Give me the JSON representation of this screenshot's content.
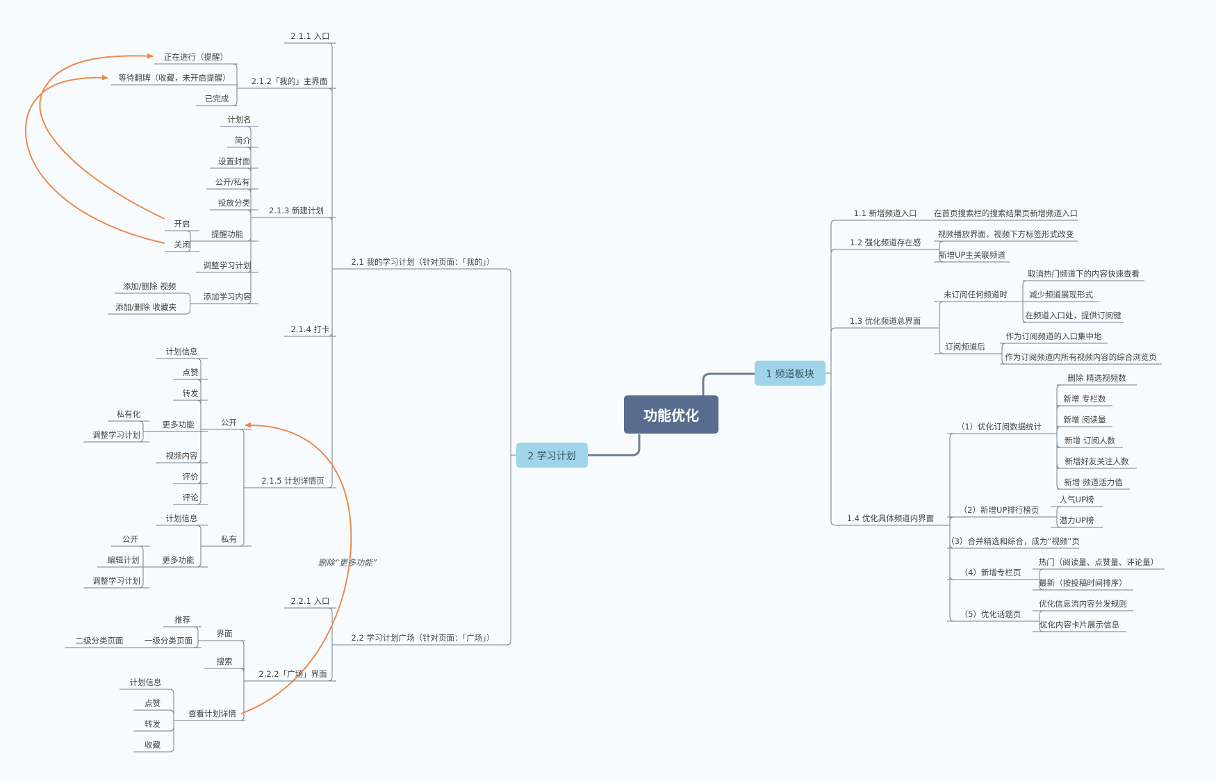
{
  "root": "功能优化",
  "branches": [
    {
      "label": "1 频道板块",
      "children": [
        {
          "label": "1.1 新增频道入口",
          "children": [
            {
              "label": "在首页搜索栏的搜索结果页新增频道入口"
            }
          ]
        },
        {
          "label": "1.2 强化频道存在感",
          "children": [
            {
              "label": "视频播放界面，视频下方标签形式改变"
            },
            {
              "label": "新增UP主关联频道"
            }
          ]
        },
        {
          "label": "1.3 优化频道总界面",
          "children": [
            {
              "label": "未订阅任何频道时",
              "children": [
                {
                  "label": "取消热门频道下的内容快速查看"
                },
                {
                  "label": "减少频道展现形式"
                },
                {
                  "label": "在频道入口处，提供订阅键"
                }
              ]
            },
            {
              "label": "订阅频道后",
              "children": [
                {
                  "label": "作为订阅频道的入口集中地"
                },
                {
                  "label": "作为订阅频道内所有视频内容的综合浏览页"
                }
              ]
            }
          ]
        },
        {
          "label": "1.4 优化具体频道内界面",
          "children": [
            {
              "label": "（1）优化订阅数据统计",
              "children": [
                {
                  "label": "删除 精选视频数"
                },
                {
                  "label": "新增 专栏数"
                },
                {
                  "label": "新增 阅读量"
                },
                {
                  "label": "新增 订阅人数"
                },
                {
                  "label": "新增好友关注人数"
                },
                {
                  "label": "新增 频道活力值"
                }
              ]
            },
            {
              "label": "（2）新增UP排行榜页",
              "children": [
                {
                  "label": "人气UP榜"
                },
                {
                  "label": "潜力UP榜"
                }
              ]
            },
            {
              "label": "（3）合并精选和综合，成为“视频”页"
            },
            {
              "label": "（4）新增专栏页",
              "children": [
                {
                  "label": "热门（阅读量、点赞量、评论量）"
                },
                {
                  "label": "最新（按投稿时间排序）"
                }
              ]
            },
            {
              "label": "（5）优化话题页",
              "children": [
                {
                  "label": "优化信息流内容分发规则"
                },
                {
                  "label": "优化内容卡片展示信息"
                }
              ]
            }
          ]
        }
      ]
    },
    {
      "label": "2 学习计划",
      "children": [
        {
          "label": "2.1 我的学习计划（针对页面：「我的」）",
          "children": [
            {
              "label": "2.1.1 入口"
            },
            {
              "label": "2.1.2「我的」主界面",
              "children": [
                {
                  "label": "正在进行（提醒）"
                },
                {
                  "label": "等待翻牌（收藏，未开启提醒）"
                },
                {
                  "label": "已完成"
                }
              ]
            },
            {
              "label": "2.1.3 新建计划",
              "children": [
                {
                  "label": "计划名"
                },
                {
                  "label": "简介"
                },
                {
                  "label": "设置封面"
                },
                {
                  "label": "公开/私有"
                },
                {
                  "label": "投放分类"
                },
                {
                  "label": "提醒功能",
                  "children": [
                    {
                      "label": "开启"
                    },
                    {
                      "label": "关闭"
                    }
                  ]
                },
                {
                  "label": "调整学习计划"
                },
                {
                  "label": "添加学习内容",
                  "children": [
                    {
                      "label": "添加/删除 视频"
                    },
                    {
                      "label": "添加/删除 收藏夹"
                    }
                  ]
                }
              ]
            },
            {
              "label": "2.1.4 打卡"
            },
            {
              "label": "2.1.5 计划详情页",
              "children": [
                {
                  "label": "公开",
                  "children": [
                    {
                      "label": "计划信息"
                    },
                    {
                      "label": "点赞"
                    },
                    {
                      "label": "转发"
                    },
                    {
                      "label": "更多功能",
                      "children": [
                        {
                          "label": "私有化"
                        },
                        {
                          "label": "调整学习计划"
                        }
                      ]
                    },
                    {
                      "label": "视频内容"
                    },
                    {
                      "label": "评价"
                    },
                    {
                      "label": "评论"
                    }
                  ]
                },
                {
                  "label": "私有",
                  "children": [
                    {
                      "label": "计划信息"
                    },
                    {
                      "label": "更多功能",
                      "children": [
                        {
                          "label": "公开"
                        },
                        {
                          "label": "编辑计划"
                        },
                        {
                          "label": "调整学习计划"
                        }
                      ]
                    }
                  ]
                }
              ]
            }
          ]
        },
        {
          "label": "2.2 学习计划广场（针对页面：「广场」）",
          "children": [
            {
              "label": "2.2.1 入口"
            },
            {
              "label": "2.2.2「广场」界面",
              "children": [
                {
                  "label": "界面",
                  "children": [
                    {
                      "label": "推荐"
                    },
                    {
                      "label": "一级分类页面",
                      "children": [
                        {
                          "label": "二级分类页面"
                        }
                      ]
                    }
                  ]
                },
                {
                  "label": "搜索"
                },
                {
                  "label": "查看计划详情",
                  "children": [
                    {
                      "label": "计划信息"
                    },
                    {
                      "label": "点赞"
                    },
                    {
                      "label": "转发"
                    },
                    {
                      "label": "收藏"
                    }
                  ]
                }
              ]
            }
          ]
        }
      ]
    }
  ],
  "relation_note": "删除“更多功能”",
  "colors": {
    "background": "#f7fbfd",
    "root_fill": "#586c8e",
    "root_text": "#ffffff",
    "main_fill": "#9fd4ea",
    "main_text": "#3b5360",
    "line": "#6f7f8e",
    "text": "#444444",
    "relation": "#ec8a4f"
  }
}
